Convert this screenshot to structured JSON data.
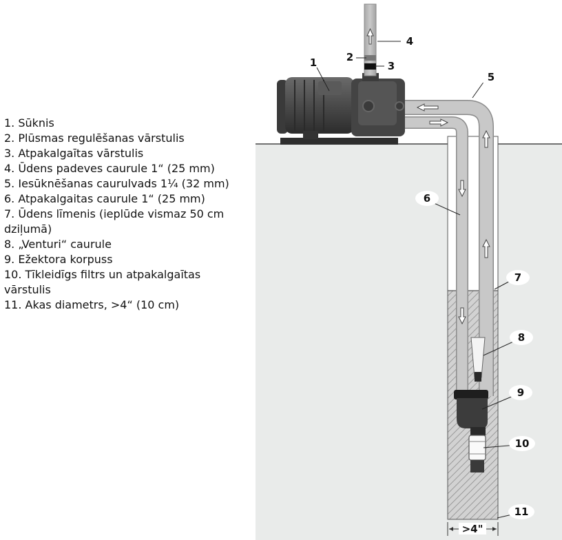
{
  "legend": [
    "1. Sūknis",
    "2. Plūsmas regulēšanas vārstulis",
    "3. Atpakalgaītas vārstulis",
    "4. Ūdens padeves caurule 1“ (25 mm)",
    "5. Iesūknēšanas caurulvads 1¼ (32 mm)",
    "6. Atpakalgaitas caurule 1“ (25 mm)",
    "7. Ūdens līmenis (ieplūde vismaz 50 cm dziļumā)",
    "8. „Venturi“ caurule",
    "9. Ežektora korpuss",
    "10. Tīkleidīgs filtrs un atpakalgaītas vārstulis",
    "11. Akas diametrs, >4“ (10 cm)"
  ],
  "callouts": {
    "n1": "1",
    "n2": "2",
    "n3": "3",
    "n4": "4",
    "n5": "5",
    "n6": "6",
    "n7": "7",
    "n8": "8",
    "n9": "9",
    "n10": "10",
    "n11": "11"
  },
  "well_width_label": ">4\""
}
